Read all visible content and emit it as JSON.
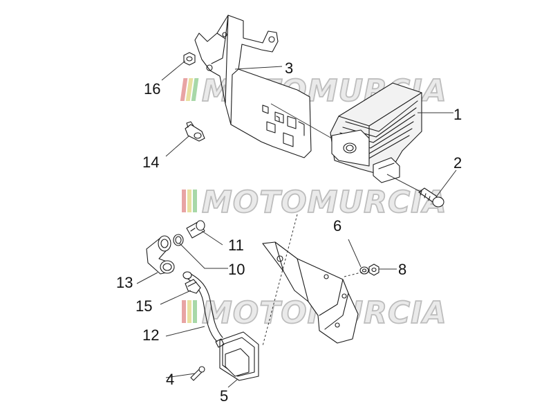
{
  "watermark": {
    "text": "MOTOMURCIA",
    "stripe_colors": [
      "#e8a4a4",
      "#e8e0a0",
      "#a8d8a8"
    ]
  },
  "callouts": {
    "c1": "1",
    "c2": "2",
    "c3": "3",
    "c4": "4",
    "c5": "5",
    "c6": "6",
    "c8": "8",
    "c10": "10",
    "c11": "11",
    "c12": "12",
    "c13": "13",
    "c14": "14",
    "c15": "15",
    "c16": "16"
  }
}
